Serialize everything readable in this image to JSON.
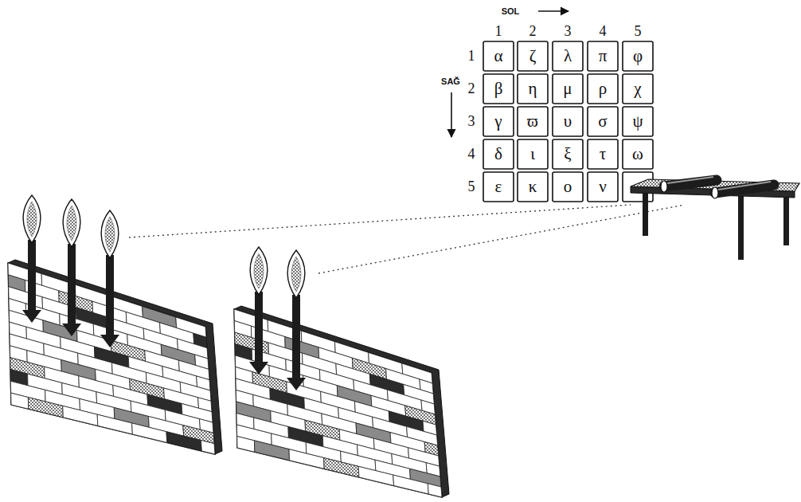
{
  "diagram": {
    "labels": [
      "SOL",
      "SAĞ",
      "1",
      "2",
      "3",
      "4",
      "5",
      "1",
      "2",
      "3",
      "4",
      "5",
      "α",
      "ζ",
      "λ",
      "π",
      "φ",
      "β",
      "η",
      "μ",
      "ρ",
      "χ",
      "γ",
      "ϖ",
      "υ",
      "σ",
      "ψ",
      "δ",
      "ι",
      "ξ",
      "τ",
      "ω",
      "ε",
      "κ",
      "ο",
      "ν"
    ]
  }
}
